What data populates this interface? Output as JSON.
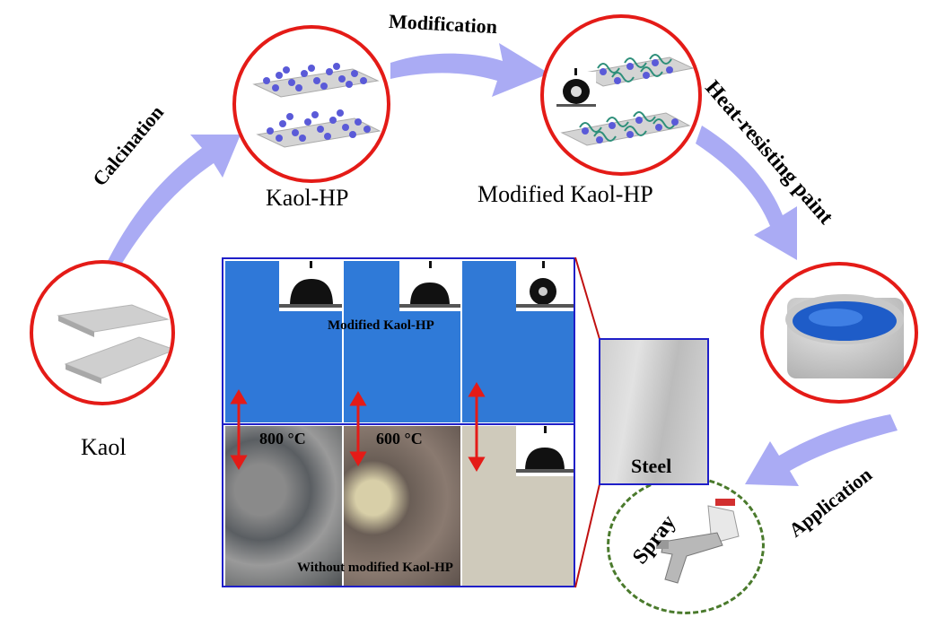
{
  "labels": {
    "calcination": "Calcination",
    "modification": "Modification",
    "heat_resisting": "Heat-resisting paint",
    "application": "Application",
    "kaol": "Kaol",
    "kaol_hp": "Kaol-HP",
    "modified_kaol_hp": "Modified Kaol-HP",
    "spray": "Spray",
    "steel": "Steel",
    "panel_top": "Modified Kaol-HP",
    "panel_bottom": "Without modified Kaol-HP",
    "temp_800": "800 °C",
    "temp_600": "600 °C"
  },
  "colors": {
    "circle_border": "#e41b17",
    "arrow": "#9b9cf2",
    "paint_blue": "#2f78d8",
    "frame_blue": "#1f1fc8",
    "dashed_green": "#4a7a2c"
  }
}
